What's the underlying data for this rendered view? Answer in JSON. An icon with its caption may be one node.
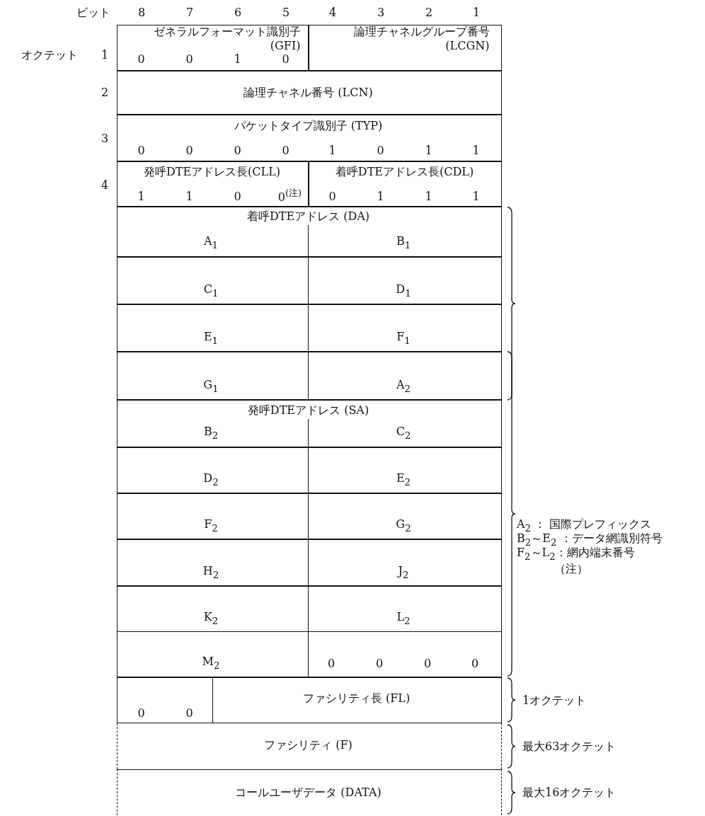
{
  "diagram": {
    "nodes": [
      {
        "text": [
          "ゼネラルフォーマット識別子 (GFI)",
          "0",
          "0",
          "1",
          "0"
        ]
      },
      {
        "text": [
          "論理チャネルグループ番号 (LCGN)"
        ]
      },
      {
        "text": [
          "論理チャネル番号 (LCN)"
        ]
      },
      {
        "text": [
          "パケットタイプ識別子 (TYP)",
          "0",
          "0",
          "0",
          "0",
          "1",
          "0",
          "1",
          "1"
        ]
      },
      {
        "text": [
          "発呼DTEアドレス長(CLL)",
          "1",
          "1",
          "0",
          "0$^{(注)}$"
        ]
      },
      {
        "text": [
          "着呼DTEアドレス長(CDL)",
          "0",
          "1",
          "1",
          "1"
        ]
      },
      {
        "text": [
          "着呼DTEアドレス (DA)"
        ]
      },
      {
        "text": [
          "A$_{1}$"
        ],
        "in": 6
      },
      {
        "text": [
          "B$_{1}$"
        ],
        "in": 6
      },
      {
        "text": [
          "C$_{1}$"
        ],
        "in": 6
      },
      {
        "text": [
          "D$_{1}$"
        ],
        "in": 6
      },
      {
        "text": [
          "E$_{1}$"
        ],
        "in": 6
      },
      {
        "text": [
          "F$_{1}$"
        ],
        "in": 6
      },
      {
        "text": [
          "G$_{1}$"
        ],
        "in": 6
      },
      {
        "text": [
          "A$_{2}$"
        ],
        "in": 6
      },
      {
        "text": [
          "発呼DTEアドレス (SA)"
        ]
      },
      {
        "text": [
          "B$_{2}$"
        ],
        "in": 15
      },
      {
        "text": [
          "C$_{2}$"
        ],
        "in": 15
      },
      {
        "text": [
          "D$_{2}$"
        ],
        "in": 15
      },
      {
        "text": [
          "E$_{2}$"
        ],
        "in": 15
      },
      {
        "text": [
          "F$_{2}$"
        ],
        "in": 15
      },
      {
        "text": [
          "G$_{2}$"
        ],
        "in": 15
      },
      {
        "text": [
          "H$_{2}$"
        ],
        "in": 15
      },
      {
        "text": [
          "J$_{2}$"
        ],
        "in": 15
      },
      {
        "text": [
          "K$_{2}$"
        ],
        "in": 15
      },
      {
        "text": [
          "L$_{2}$"
        ],
        "in": 15
      },
      {
        "text": [
          "M$_{2}$"
        ],
        "in": 15
      },
      {
        "text": [
          "0",
          "0",
          "0",
          "0"
        ],
        "in": 15
      },
      {
        "text": [
          "0",
          "0"
        ]
      },
      {
        "text": [
          "ファシリティ長 (FL)"
        ]
      },
      {
        "text": [
          "ファシリティ (F)"
        ]
      },
      {
        "text": [
          "コールユーザデータ (DATA)"
        ]
      }
    ],
    "labels": [
      "ビット",
      "8",
      "7",
      "6",
      "5",
      "4",
      "3",
      "2",
      "1",
      "オクテット",
      "1",
      "2",
      "3",
      "4",
      "A$_{2}$ ： 国際プレフィックス",
      "B$_{2}$～E$_{2}$ ：データ網識別符号",
      "F$_{2}$～L$_{2}$：網内端末番号",
      "（注）",
      "1オクテット",
      "最大63オクテット",
      "最大16オクテット"
    ]
  }
}
